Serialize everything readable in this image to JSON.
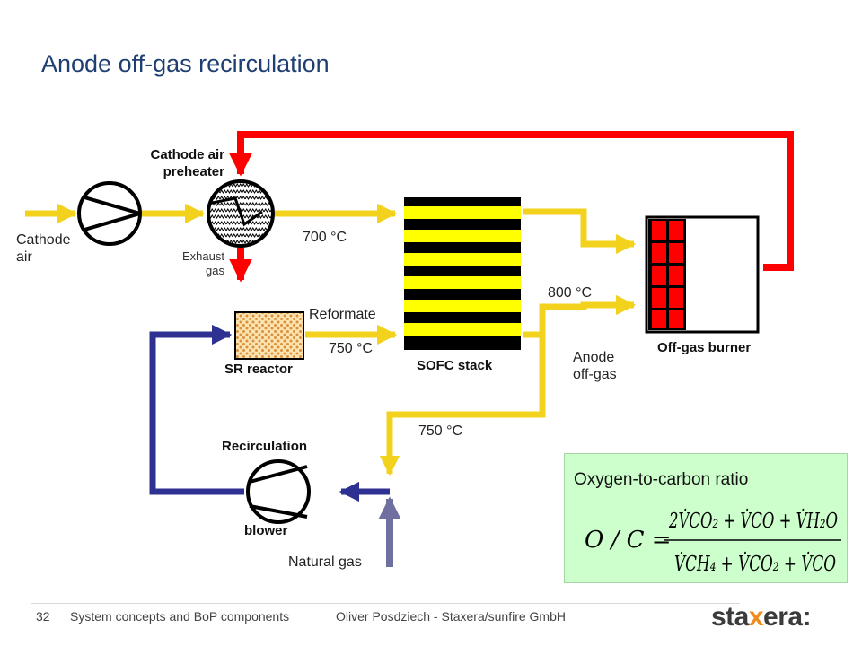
{
  "slide": {
    "title": "Anode off-gas recirculation",
    "page_number": "32",
    "footer_left": "System concepts and BoP components",
    "footer_center": "Oliver Posdziech - Staxera/sunfire GmbH",
    "logo": {
      "prefix": "sta",
      "accent": "x",
      "suffix": "era:"
    }
  },
  "labels": {
    "cathode_air_preheater_line1": "Cathode air",
    "cathode_air_preheater_line2": "preheater",
    "cathode_air_line1": "Cathode",
    "cathode_air_line2": "air",
    "exhaust_gas_line1": "Exhaust",
    "exhaust_gas_line2": "gas",
    "temp_700": "700 °C",
    "reformate": "Reformate",
    "temp_750_reformate": "750 °C",
    "sr_reactor": "SR reactor",
    "sofc_stack": "SOFC stack",
    "temp_800": "800 °C",
    "off_gas_burner": "Off-gas burner",
    "anode_offgas_line1": "Anode",
    "anode_offgas_line2": "off-gas",
    "temp_750_recirc": "750 °C",
    "recirculation": "Recirculation",
    "blower": "blower",
    "natural_gas": "Natural gas"
  },
  "formula": {
    "title": "Oxygen-to-carbon ratio",
    "lhs": "O / C =",
    "numerator": "2V̇CO₂ + V̇CO + V̇H₂O",
    "denominator": "V̇CH₄ + V̇CO₂ + V̇CO"
  },
  "colors": {
    "title": "#1f3f73",
    "air_stream": "#f2d21c",
    "exhaust_stream": "#ff0000",
    "recirc_stream": "#2e3192",
    "natural_gas_stream": "#6f6fa0",
    "stack_yellow": "#ffff00",
    "stack_black": "#000000",
    "burner_red": "#ff0000",
    "formula_bg": "#ccffcc",
    "logo_accent": "#f08a1c"
  }
}
